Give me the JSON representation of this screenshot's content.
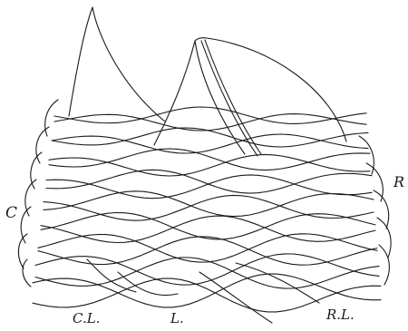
{
  "figure": {
    "labels": {
      "left_side": "C",
      "right_side": "R",
      "bottom_left": "C.L.",
      "bottom_center": "L.",
      "bottom_right": "R.L."
    }
  }
}
